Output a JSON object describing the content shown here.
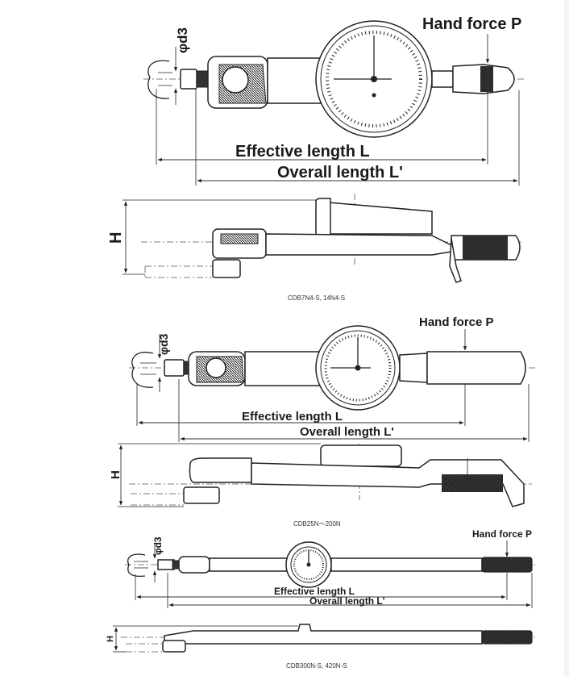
{
  "figures": [
    {
      "caption": "CDB7N4-S, 14N4-S",
      "labels": {
        "diameter": "φd3",
        "hand_force": "Hand force P",
        "effective_length": "Effective length L",
        "overall_length": "Overall length L'",
        "height": "H"
      }
    },
    {
      "caption": "CDB25N～200N",
      "labels": {
        "diameter": "φd3",
        "hand_force": "Hand force P",
        "effective_length": "Effective length L",
        "overall_length": "Overall length L'",
        "height": "H"
      }
    },
    {
      "caption": "CDB300N-S, 420N-S",
      "labels": {
        "diameter": "φd3",
        "hand_force": "Hand force P",
        "effective_length": "Effective length L",
        "overall_length": "Overall length L'",
        "height": "H"
      }
    }
  ],
  "colors": {
    "line": "#222222",
    "text": "#1a1a1a",
    "background": "#ffffff"
  }
}
